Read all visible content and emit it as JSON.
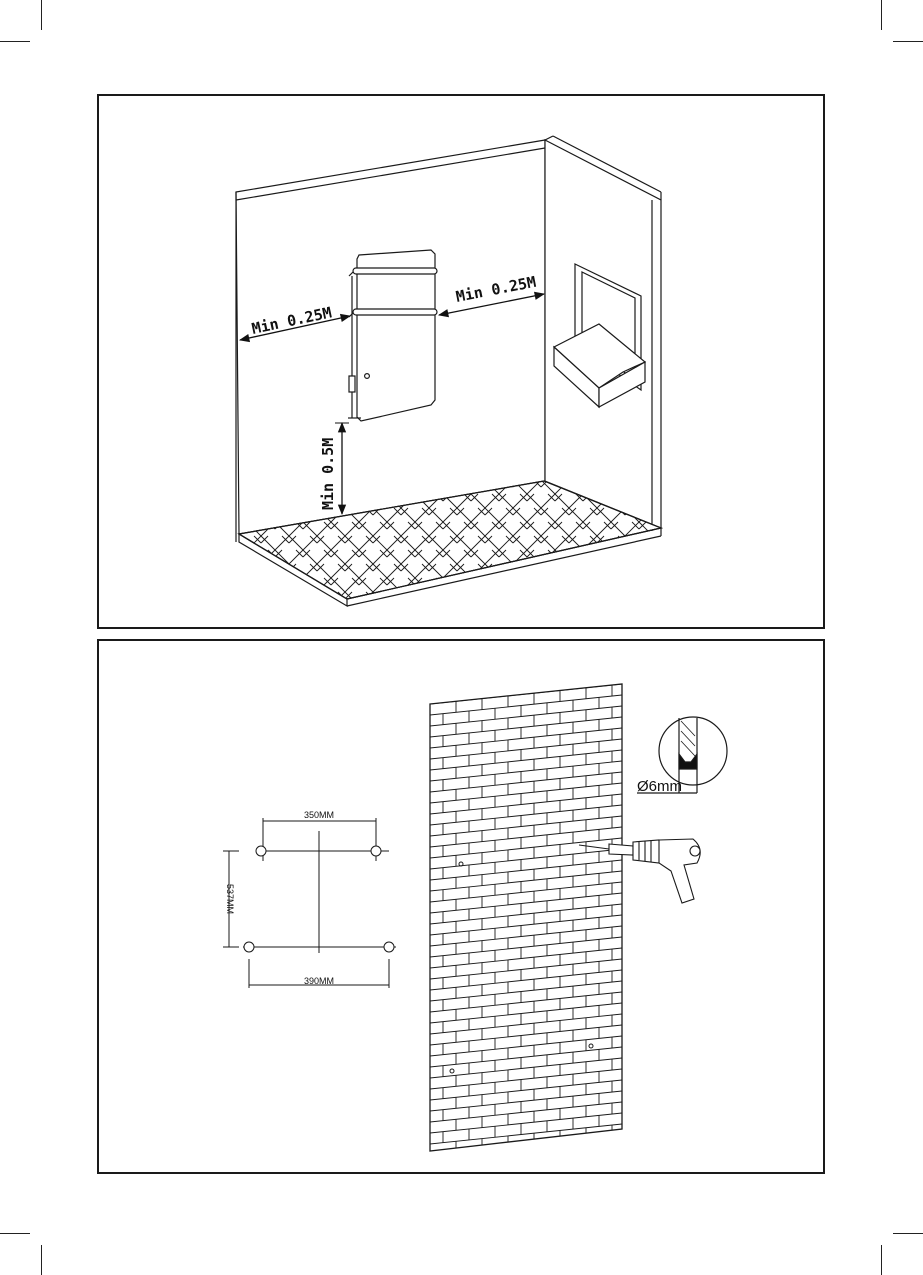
{
  "clearance": {
    "left_label": "Min  0.25M",
    "right_label": "Min  0.25M",
    "floor_label": "Min  0.5M"
  },
  "template": {
    "top_width_label": "350MM",
    "height_label": "537MM",
    "bottom_width_label": "390MM"
  },
  "drill": {
    "bit_diameter_label": "Ø6mm"
  },
  "colors": {
    "line": "#1a1a1a",
    "background": "#ffffff"
  }
}
